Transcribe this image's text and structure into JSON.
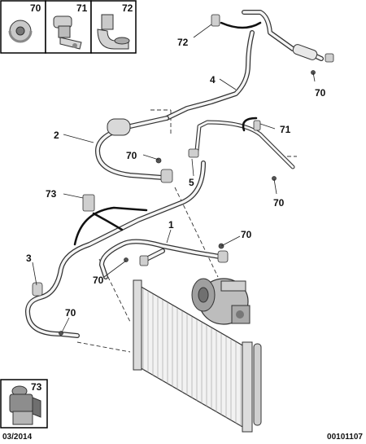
{
  "insets": {
    "top": [
      {
        "label": "70",
        "icon": "nut-icon"
      },
      {
        "label": "71",
        "icon": "pipe-clip-icon"
      },
      {
        "label": "72",
        "icon": "bracket-icon"
      }
    ],
    "bottom": {
      "label": "73",
      "icon": "rubber-mount-icon"
    }
  },
  "callouts": {
    "c72_top": "72",
    "c4": "4",
    "c70_right_top": "70",
    "c2": "2",
    "c71_right": "71",
    "c70_mid": "70",
    "c5": "5",
    "c70_right_mid": "70",
    "c73": "73",
    "c1": "1",
    "c70_compressor": "70",
    "c3": "3",
    "c70_left": "70",
    "c70_lower": "70"
  },
  "footer": {
    "date": "03/2014",
    "reference": "00101107"
  }
}
